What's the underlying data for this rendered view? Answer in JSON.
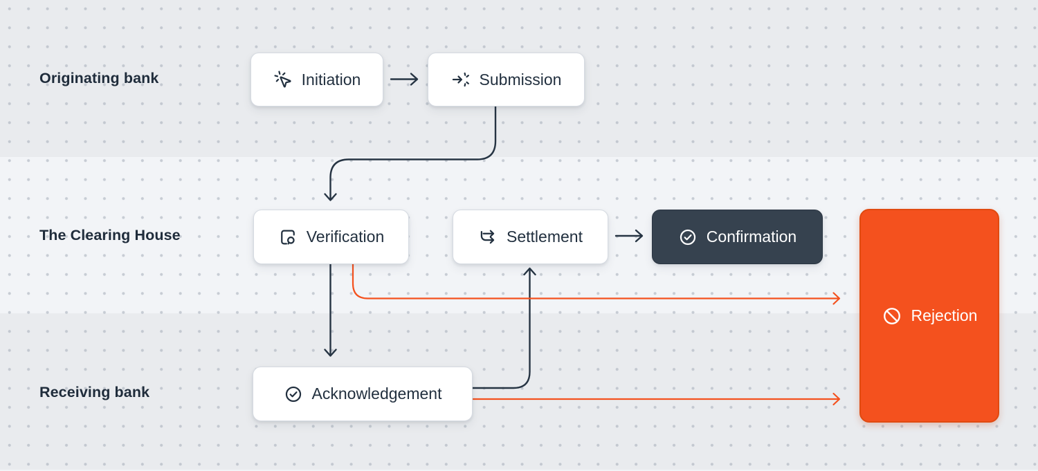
{
  "diagram": {
    "lanes": [
      {
        "label": "Originating bank"
      },
      {
        "label": "The Clearing House"
      },
      {
        "label": "Receiving bank"
      }
    ],
    "nodes": {
      "initiation": {
        "label": "Initiation",
        "icon": "mouse-pointer-click-icon",
        "variant": "light"
      },
      "submission": {
        "label": "Submission",
        "icon": "arrow-impact-icon",
        "variant": "light"
      },
      "verification": {
        "label": "Verification",
        "icon": "document-search-icon",
        "variant": "light"
      },
      "settlement": {
        "label": "Settlement",
        "icon": "transfer-arrows-icon",
        "variant": "light"
      },
      "confirmation": {
        "label": "Confirmation",
        "icon": "check-circle-icon",
        "variant": "dark"
      },
      "acknowledgement": {
        "label": "Acknowledgement",
        "icon": "check-circle-icon",
        "variant": "light"
      },
      "rejection": {
        "label": "Rejection",
        "icon": "ban-icon",
        "variant": "orange"
      }
    },
    "edges": [
      {
        "from": "initiation",
        "to": "submission",
        "color": "dark"
      },
      {
        "from": "submission",
        "to": "verification",
        "color": "dark"
      },
      {
        "from": "verification",
        "to": "acknowledgement",
        "color": "dark"
      },
      {
        "from": "acknowledgement",
        "to": "settlement",
        "color": "dark"
      },
      {
        "from": "settlement",
        "to": "confirmation",
        "color": "dark"
      },
      {
        "from": "verification",
        "to": "rejection",
        "color": "orange"
      },
      {
        "from": "acknowledgement",
        "to": "rejection",
        "color": "orange"
      }
    ],
    "colors": {
      "accent_orange": "#f4511e",
      "dark_node_bg": "#36424f",
      "line_dark": "#263443",
      "band_light": "#f2f4f7",
      "band_dark": "#e9ebee",
      "text_dark": "#1f2c3b"
    }
  }
}
